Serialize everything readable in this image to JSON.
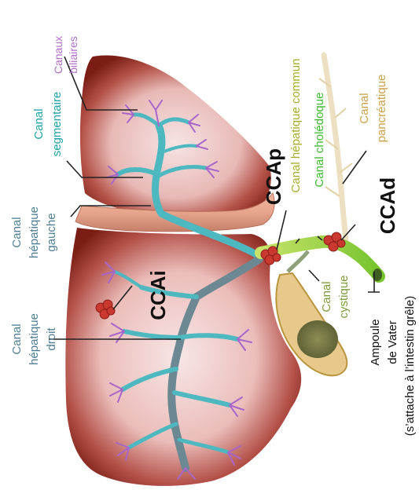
{
  "labels": {
    "canaux_biliaires": [
      "Canaux",
      "biliaires"
    ],
    "canal_segmentaire": [
      "Canal",
      "segmentaire"
    ],
    "canal_hepatique_gauche": [
      "Canal",
      "hépatique",
      "gauche"
    ],
    "canal_hepatique_droit": [
      "Canal",
      "hépatique",
      "droit"
    ],
    "canal_hepatique_commun": "Canal hépatique commun",
    "canal_choledoque": "Canal cholédoque",
    "canal_pancreatique": [
      "Canal",
      "pancréatique"
    ],
    "canal_cystique": [
      "Canal",
      "cystique"
    ],
    "ampoule_de_vater": [
      "Ampoule",
      "de Vater",
      "(s’attache à l’intestin grêle)"
    ],
    "ccap": "CCAp",
    "ccad": "CCAd",
    "ccai": "CCAi"
  },
  "colors": {
    "purple_label": "#b06fc8",
    "teal_label": "#1fa3a6",
    "grey_blue_label": "#4f7e93",
    "olive_label": "#a7ad2a",
    "green_label": "#3dbb2e",
    "gold_label": "#c9a24a",
    "teal_label_2": "#7c9a3a",
    "liver_dark": "#7a1e15",
    "liver_light": "#f3d5d5",
    "duct_teal": "#4db8c0",
    "duct_grey": "#6b8893",
    "tumor": "#c9392f"
  }
}
